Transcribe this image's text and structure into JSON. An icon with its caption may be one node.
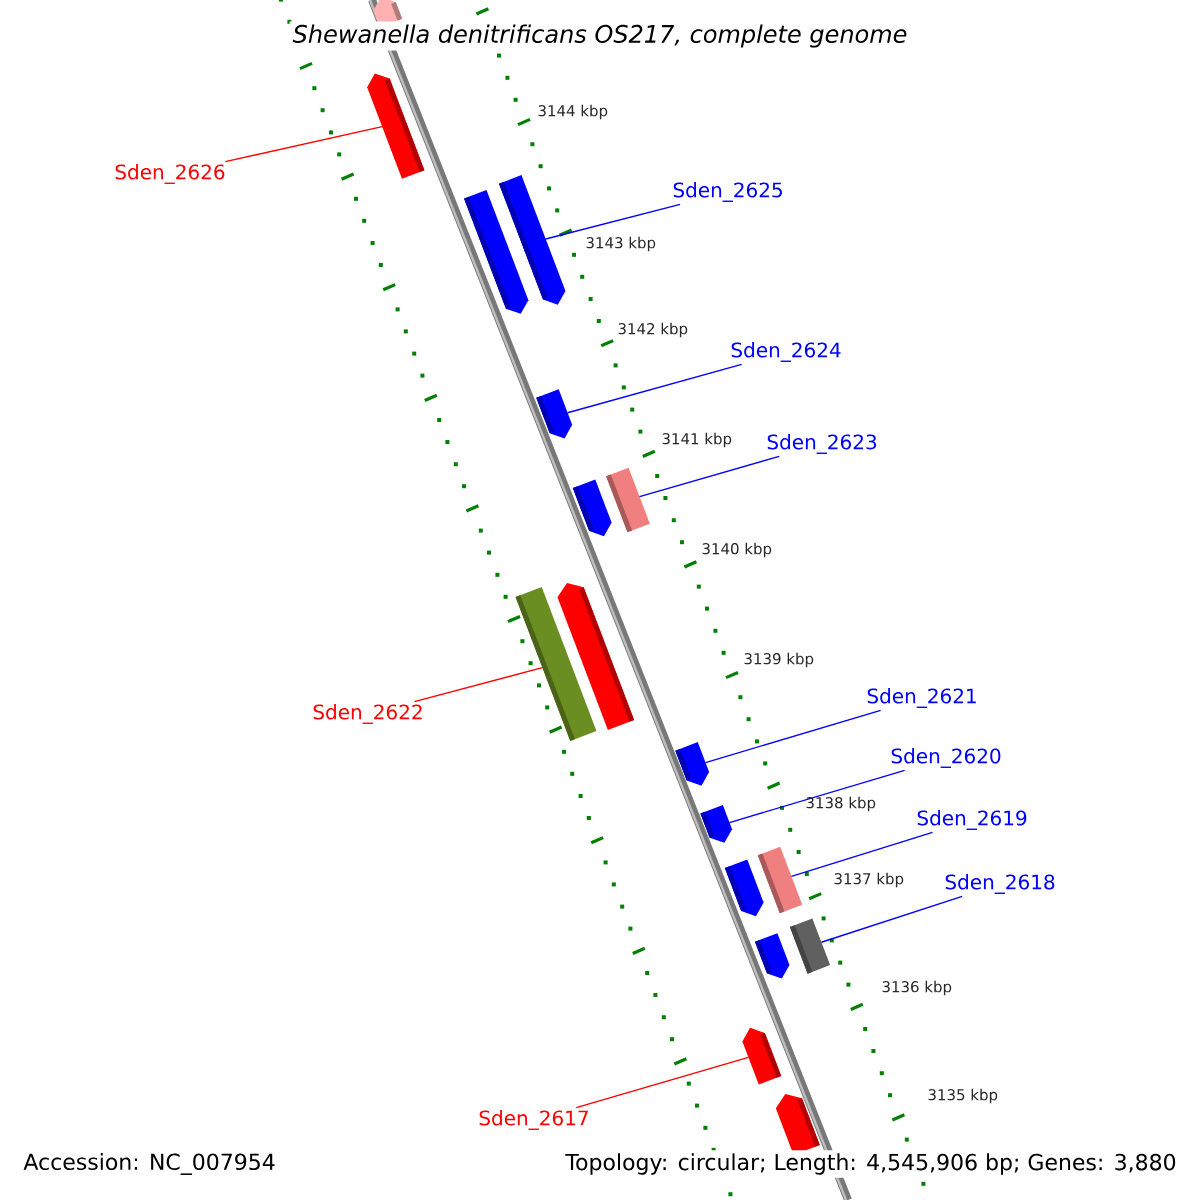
{
  "diagram": {
    "title": "Shewanella denitrificans OS217, complete genome",
    "nodes": [
      {
        "text": [],
        "shape": "pentagon"
      },
      {
        "text": [],
        "shape": "pentagon"
      },
      {
        "text": [],
        "shape": "pentagon"
      },
      {
        "text": [],
        "shape": "pentagon"
      },
      {
        "text": [],
        "shape": "pentagon"
      },
      {
        "text": [],
        "shape": "pentagon"
      },
      {
        "text": [],
        "shape": "box"
      },
      {
        "text": [],
        "shape": "box"
      },
      {
        "text": [],
        "shape": "pentagon"
      },
      {
        "text": [],
        "shape": "pentagon"
      },
      {
        "text": [],
        "shape": "pentagon"
      },
      {
        "text": [],
        "shape": "pentagon"
      },
      {
        "text": [],
        "shape": "box"
      },
      {
        "text": [],
        "shape": "pentagon"
      },
      {
        "text": [],
        "shape": "box"
      },
      {
        "text": [],
        "shape": "pentagon"
      },
      {
        "text": [],
        "shape": "pentagon"
      },
      {
        "text": [
          "Sden_2626"
        ]
      },
      {
        "text": [
          "Sden_2625"
        ]
      },
      {
        "text": [
          "Sden_2624"
        ]
      },
      {
        "text": [
          "Sden_2623"
        ]
      },
      {
        "text": [
          "Sden_2622"
        ]
      },
      {
        "text": [
          "Sden_2621"
        ]
      },
      {
        "text": [
          "Sden_2620"
        ]
      },
      {
        "text": [
          "Sden_2619"
        ]
      },
      {
        "text": [
          "Sden_2618"
        ]
      },
      {
        "text": [
          "Sden_2617"
        ]
      }
    ],
    "edges": [
      {
        "from": 17,
        "to": 1,
        "arrow": "none",
        "color": "#ff0000"
      },
      {
        "from": 18,
        "to": 3,
        "arrow": "none"
      },
      {
        "from": 19,
        "to": 4,
        "arrow": "none"
      },
      {
        "from": 20,
        "to": 6,
        "arrow": "none"
      },
      {
        "from": 21,
        "to": 7,
        "arrow": "none",
        "color": "#ff0000"
      },
      {
        "from": 22,
        "to": 9,
        "arrow": "none"
      },
      {
        "from": 23,
        "to": 10,
        "arrow": "none"
      },
      {
        "from": 24,
        "to": 12,
        "arrow": "none"
      },
      {
        "from": 25,
        "to": 14,
        "arrow": "none"
      },
      {
        "from": 26,
        "to": 15,
        "arrow": "none",
        "color": "#ff0000"
      }
    ],
    "labels": [
      "3144 kbp",
      "3143 kbp",
      "3142 kbp",
      "3141 kbp",
      "3140 kbp",
      "3139 kbp",
      "3138 kbp",
      "3137 kbp",
      "3136 kbp",
      "3135 kbp",
      "Accession: NC_007954",
      "Topology: circular; Length: 4,545,906 bp; Genes: 3,880"
    ]
  }
}
